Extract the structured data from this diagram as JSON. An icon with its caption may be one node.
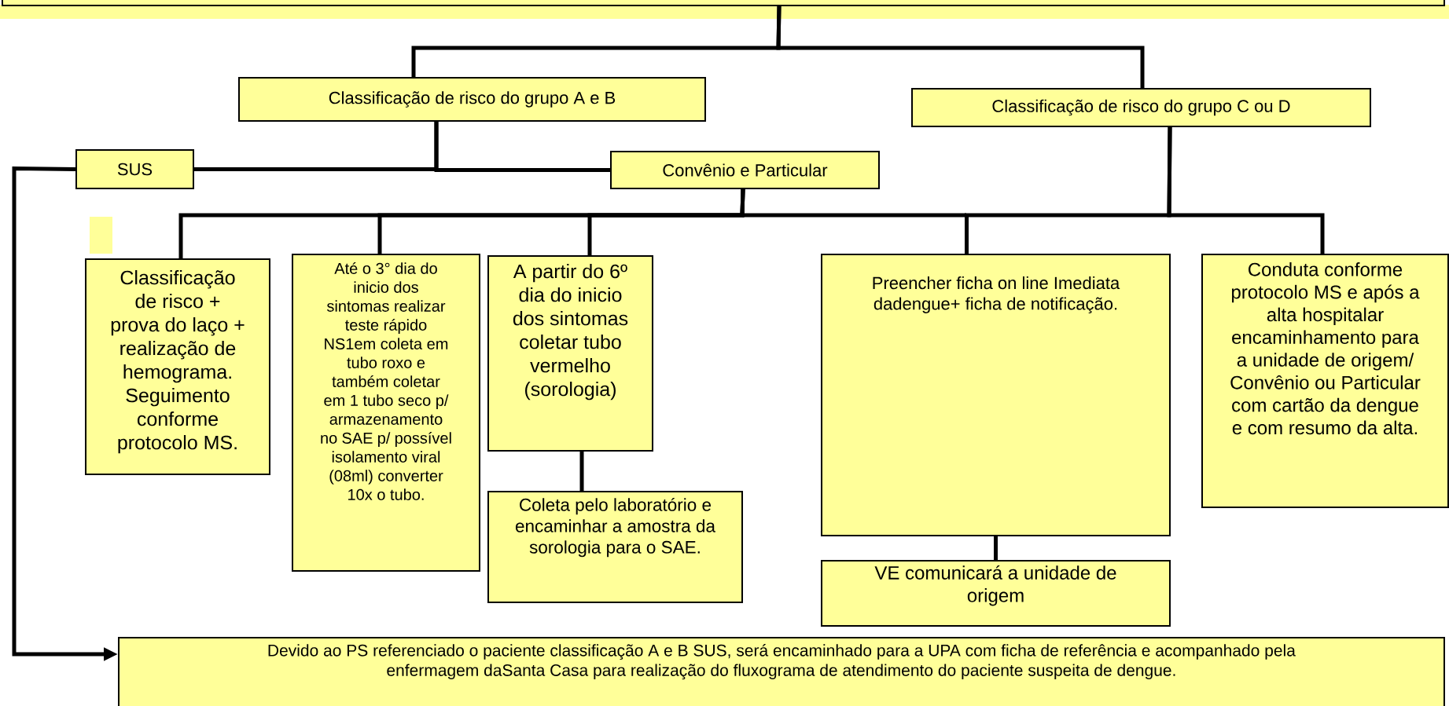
{
  "diagram": {
    "nodes": [
      {
        "text": [],
        "shape": "box"
      },
      {
        "text": [
          "Classificação de risco do grupo A e B"
        ]
      },
      {
        "text": [
          "Classificação de risco do grupo C ou D"
        ]
      },
      {
        "text": [
          "SUS"
        ]
      },
      {
        "text": [
          "Convênio e Particular"
        ]
      },
      {
        "text": [
          "Classificação de risco + prova do laço + realização de hemograma. Seguimento conforme protocolo MS."
        ]
      },
      {
        "text": [
          "Até o 3° dia do inicio dos sintomas realizar teste rápido NS1em coleta em tubo roxo e também coletar em 1 tubo seco p/ armazenamento no SAE p/ possível isolamento viral (08ml) converter 10x o tubo."
        ]
      },
      {
        "text": [
          "A partir do 6º dia do inicio dos sintomas coletar tubo vermelho (sorologia)"
        ]
      },
      {
        "text": [
          "Coleta pelo laboratório e encaminhar a amostra da sorologia para o SAE."
        ]
      },
      {
        "text": [
          "Preencher ficha on line Imediata dadengue+ ficha de notificação."
        ]
      },
      {
        "text": [
          "VE comunicará a unidade de origem"
        ]
      },
      {
        "text": [
          "Conduta conforme protocolo MS e após a alta hospitalar encaminhamento para a unidade de origem/ Convênio ou Particular com cartão da dengue e com resumo da alta."
        ]
      },
      {
        "text": [
          "Devido ao PS referenciado o paciente classificação A e B SUS, será encaminhado para a UPA com ficha de referência e acompanhado pela enfermagem daSanta Casa para realização do fluxograma de atendimento do paciente suspeita de dengue."
        ]
      }
    ],
    "edges": [
      {
        "from": 0,
        "to": 1,
        "arrow": "none"
      },
      {
        "from": 0,
        "to": 2,
        "arrow": "none"
      },
      {
        "from": 1,
        "to": 3,
        "arrow": "none"
      },
      {
        "from": 1,
        "to": 4,
        "arrow": "none"
      },
      {
        "from": 4,
        "to": 5,
        "arrow": "none"
      },
      {
        "from": 4,
        "to": 6,
        "arrow": "none"
      },
      {
        "from": 4,
        "to": 7,
        "arrow": "none"
      },
      {
        "from": 2,
        "to": 9,
        "arrow": "none"
      },
      {
        "from": 2,
        "to": 11,
        "arrow": "none"
      },
      {
        "from": 7,
        "to": 8,
        "arrow": "none"
      },
      {
        "from": 9,
        "to": 10,
        "arrow": "none"
      },
      {
        "from": 3,
        "to": 12,
        "arrow": "to"
      }
    ]
  }
}
